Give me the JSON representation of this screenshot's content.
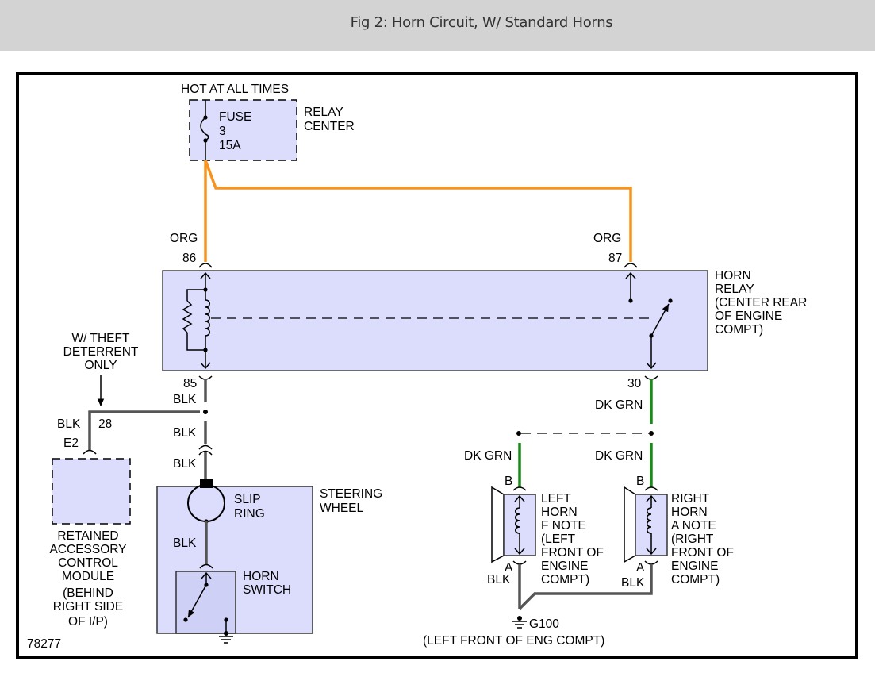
{
  "header": {
    "title": "Fig 2: Horn Circuit, W/ Standard Horns"
  },
  "colors": {
    "component_fill": "#dcdcfc",
    "switch_fill": "#cfd0f6",
    "wire_org": "#f7931e",
    "wire_dkgrn": "#1a8a1a",
    "wire_blk": "#555555",
    "background": "#ffffff",
    "header_bg": "#d3d3d3"
  },
  "diagram": {
    "figure_number": "78277",
    "fuse": {
      "hot_label": "HOT AT ALL TIMES",
      "lines": [
        "FUSE",
        "3",
        "15A"
      ],
      "location": [
        "RELAY",
        "CENTER"
      ]
    },
    "relay": {
      "name_lines": [
        "HORN",
        "RELAY",
        "(CENTER REAR",
        "OF ENGINE",
        "COMPT)"
      ],
      "pins": {
        "p86": "86",
        "p87": "87",
        "p85": "85",
        "p30": "30"
      }
    },
    "wires": {
      "org_left": "ORG",
      "org_right": "ORG",
      "blk_85": "BLK",
      "blk_mid": "BLK",
      "blk_lower": "BLK",
      "blk_steering": "BLK",
      "blk_e2": "BLK",
      "circuit_28": "28",
      "dkgrn_30": "DK GRN",
      "dkgrn_left": "DK GRN",
      "dkgrn_right": "DK GRN",
      "blk_left_horn": "BLK",
      "blk_right_horn": "BLK"
    },
    "theft_note": [
      "W/ THEFT",
      "DETERRENT",
      "ONLY"
    ],
    "module": {
      "connector": "E2",
      "name_lines": [
        "RETAINED",
        "ACCESSORY",
        "CONTROL",
        "MODULE",
        "(BEHIND",
        "RIGHT SIDE",
        "OF I/P)"
      ]
    },
    "steering": {
      "name_lines": [
        "STEERING",
        "WHEEL"
      ],
      "slip_ring": [
        "SLIP",
        "RING"
      ],
      "horn_switch": [
        "HORN",
        "SWITCH"
      ]
    },
    "left_horn": {
      "pin_b": "B",
      "pin_a": "A",
      "name_lines": [
        "LEFT",
        "HORN",
        "F NOTE",
        "(LEFT",
        "FRONT OF",
        "ENGINE",
        "COMPT)"
      ]
    },
    "right_horn": {
      "pin_b": "B",
      "pin_a": "A",
      "name_lines": [
        "RIGHT",
        "HORN",
        "A NOTE",
        "(RIGHT",
        "FRONT OF",
        "ENGINE",
        "COMPT)"
      ]
    },
    "ground": {
      "id": "G100",
      "location": "(LEFT FRONT OF ENG COMPT)"
    }
  }
}
